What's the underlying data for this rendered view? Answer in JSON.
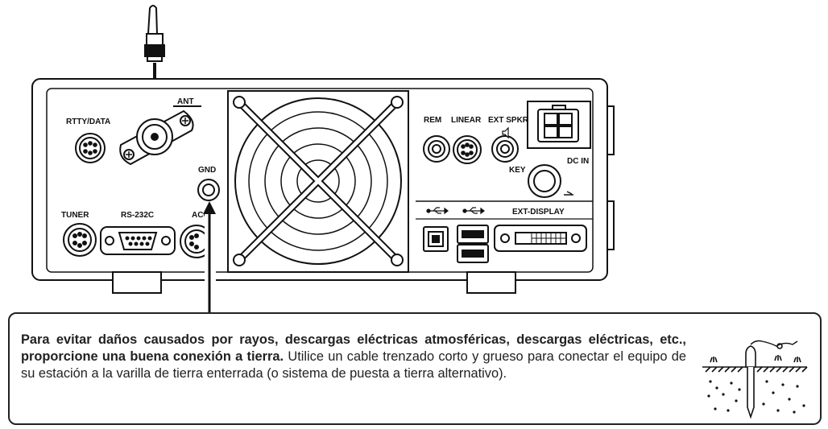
{
  "panel_labels": {
    "rtty_data": "RTTY/DATA",
    "ant": "ANT",
    "gnd": "GND",
    "tuner": "TUNER",
    "rs232c": "RS-232C",
    "acc": "ACC",
    "rem": "REM",
    "linear": "LINEAR",
    "ext_spkr": "EXT SPKR",
    "dc_in": "DC IN",
    "key": "KEY",
    "ext_display": "EXT-DISPLAY"
  },
  "note": {
    "bold_text": "Para evitar daños causados por rayos, descargas eléctricas atmosféricas, descargas eléctricas, etc., proporcione una buena conexión a tierra.",
    "normal_text": " Utilice un cable trenzado corto y grueso para conectar el equipo de su estación a la varilla de tierra enterrada (o sistema de puesta a tierra alternativo)."
  }
}
